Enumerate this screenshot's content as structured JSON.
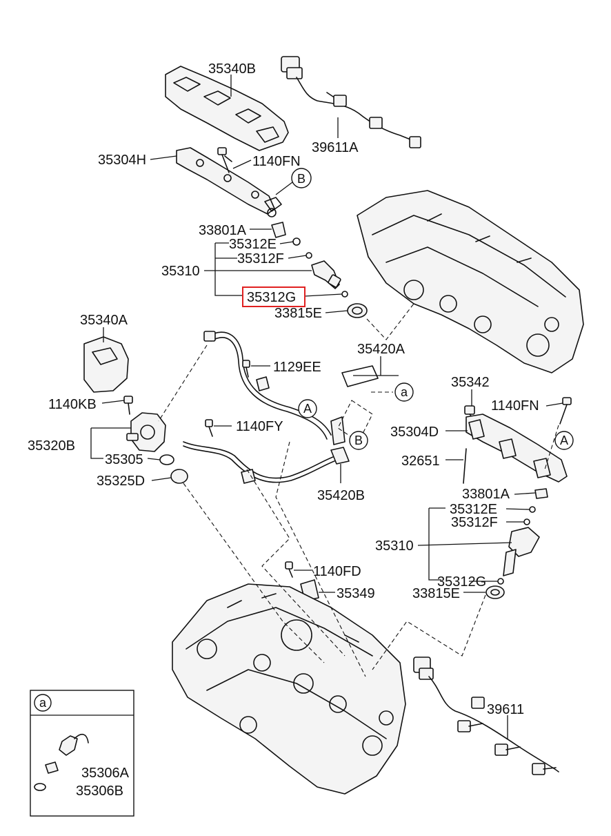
{
  "labels": {
    "l35340B": "35340B",
    "l39611A": "39611A",
    "l35304H": "35304H",
    "l1140FN_top": "1140FN",
    "l33801A_top": "33801A",
    "l35312E_top": "35312E",
    "l35312F_top": "35312F",
    "l35310_top": "35310",
    "l35312G_top": "35312G",
    "l33815E_top": "33815E",
    "l35340A": "35340A",
    "l1129EE": "1129EE",
    "l35420A": "35420A",
    "l1140KB": "1140KB",
    "l35320B": "35320B",
    "l1140FY": "1140FY",
    "l35305": "35305",
    "l35325D": "35325D",
    "l35420B": "35420B",
    "l35342": "35342",
    "l1140FN_right": "1140FN",
    "l35304D": "35304D",
    "l32651": "32651",
    "l33801A_right": "33801A",
    "l35312E_right": "35312E",
    "l35312F_right": "35312F",
    "l35310_right": "35310",
    "l35312G_right": "35312G",
    "l33815E_right": "33815E",
    "l1140FD": "1140FD",
    "l35349": "35349",
    "l39611": "39611",
    "l35306A": "35306A",
    "l35306B": "35306B"
  },
  "callouts": {
    "a_right": "a",
    "a_inset": "a",
    "A_left": "A",
    "A_right": "A",
    "B_top": "B",
    "B_mid": "B"
  },
  "highlight": {
    "color": "#e02020"
  }
}
